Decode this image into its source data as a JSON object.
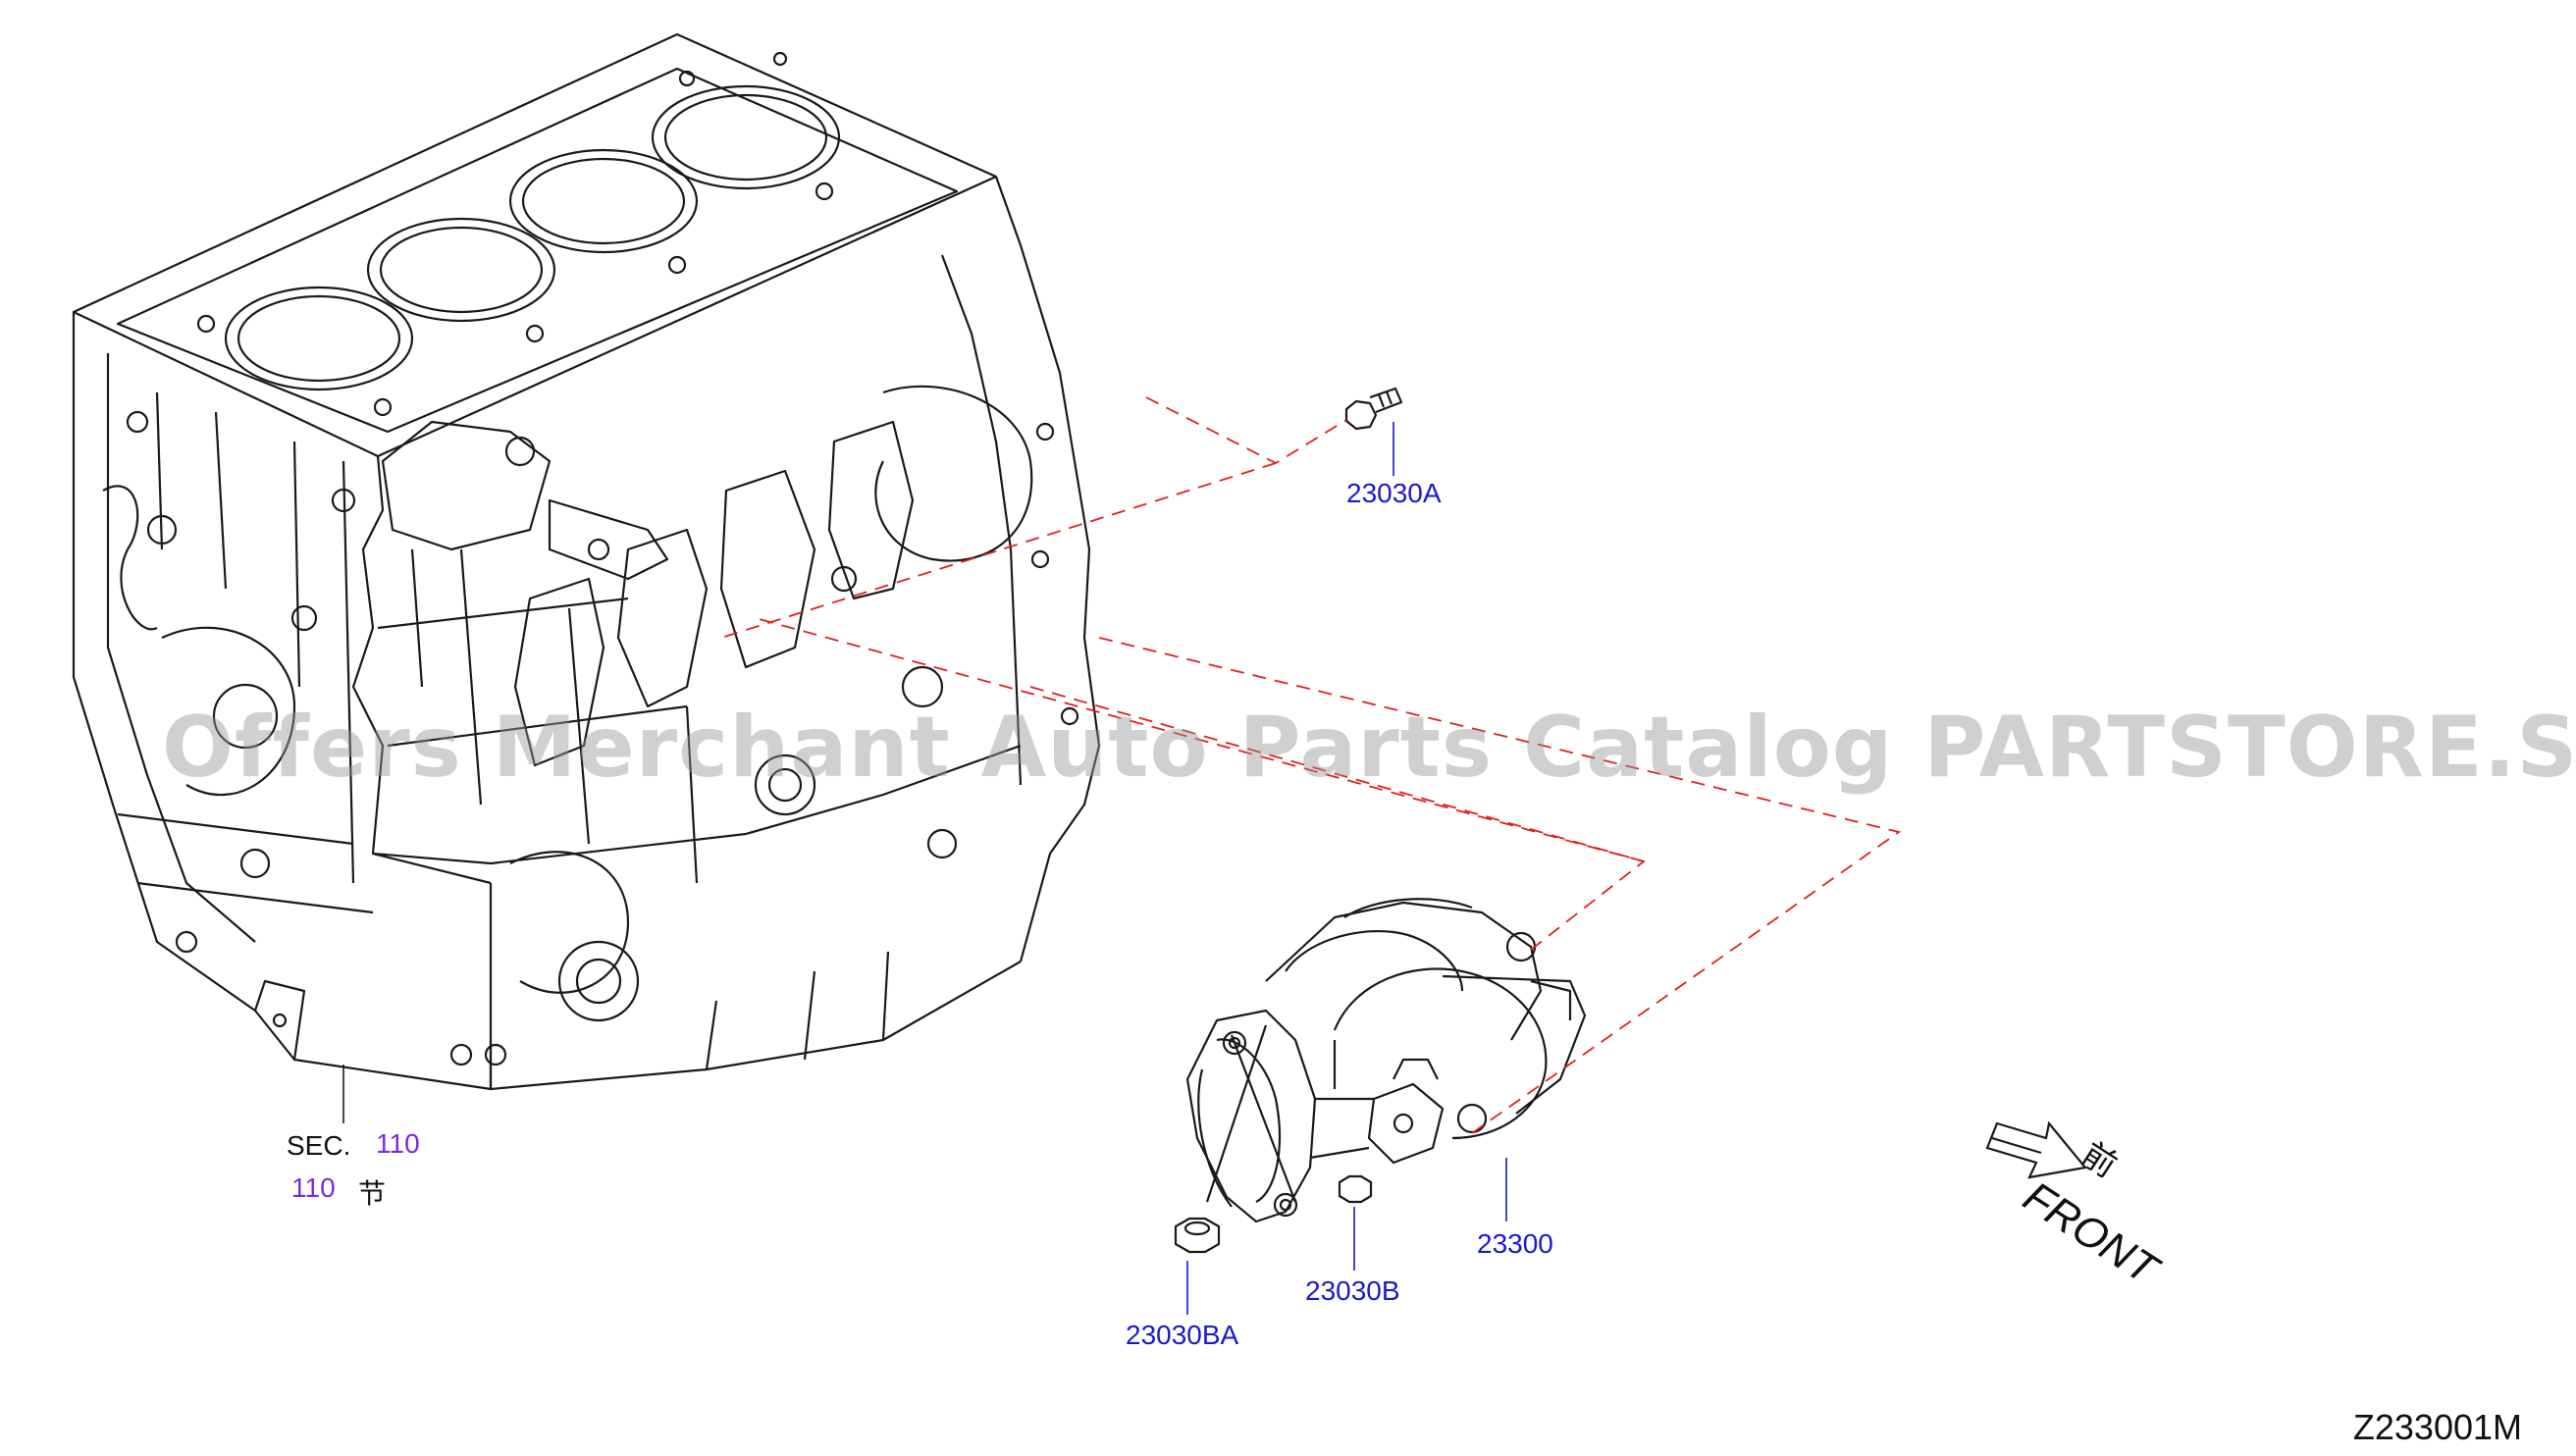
{
  "callouts": {
    "bolt_a": "23030A",
    "bolt_b": "23030B",
    "nut_ba": "23030BA",
    "starter": "23300"
  },
  "section_ref": {
    "prefix": "SEC.",
    "number": "110",
    "number_repeat": "110",
    "cn_suffix": "节"
  },
  "front_marker": {
    "label": "FRONT",
    "cn_label": "前"
  },
  "watermark": "Offers Merchant Auto Parts Catalog PARTSTORE.SA",
  "diagram_code": "Z233001M",
  "colors": {
    "callout": "#1a1acc",
    "section_link": "#7a2be0",
    "dash_line": "#e02020",
    "line_art": "#1a1a1a"
  }
}
